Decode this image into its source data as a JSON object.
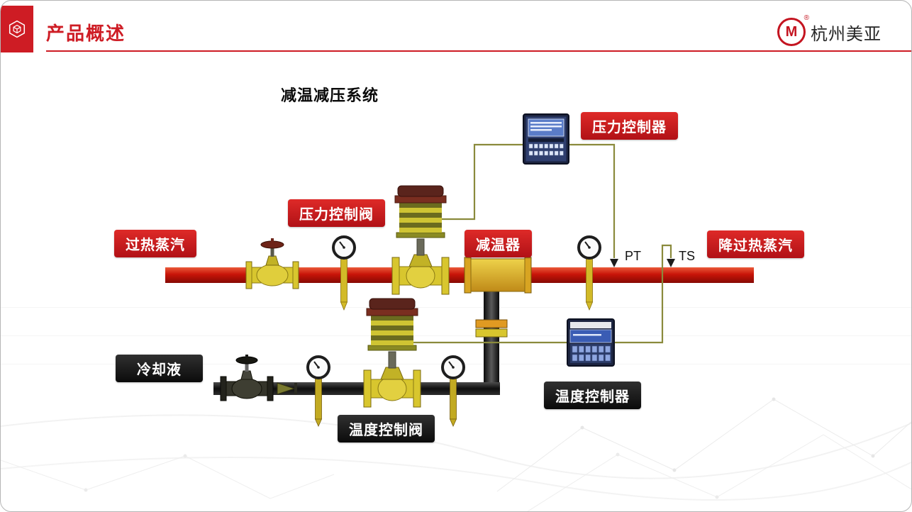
{
  "header": {
    "title": "产品概述",
    "brand": {
      "name": "杭州美亚",
      "monogram": "M",
      "registered": "®"
    }
  },
  "diagram": {
    "title": "减温减压系统",
    "badges": {
      "superheated_steam": "过热蒸汽",
      "pressure_control_valve": "压力控制阀",
      "desuperheater": "减温器",
      "pressure_controller": "压力控制器",
      "desuperheated_steam": "降过热蒸汽",
      "coolant": "冷却液",
      "temperature_controller": "温度控制器",
      "temperature_control_valve": "温度控制阀"
    },
    "sensors": {
      "pt": "PT",
      "ts": "TS"
    },
    "colors": {
      "accent_red": "#ce1c24",
      "steam_pipe": "#c41408",
      "coolant_pipe": "#141414",
      "valve_body_yellow": "#d8c62e",
      "signal_line": "#8a8a3c",
      "badge_red": "#c71a20",
      "badge_black": "#141414"
    }
  }
}
